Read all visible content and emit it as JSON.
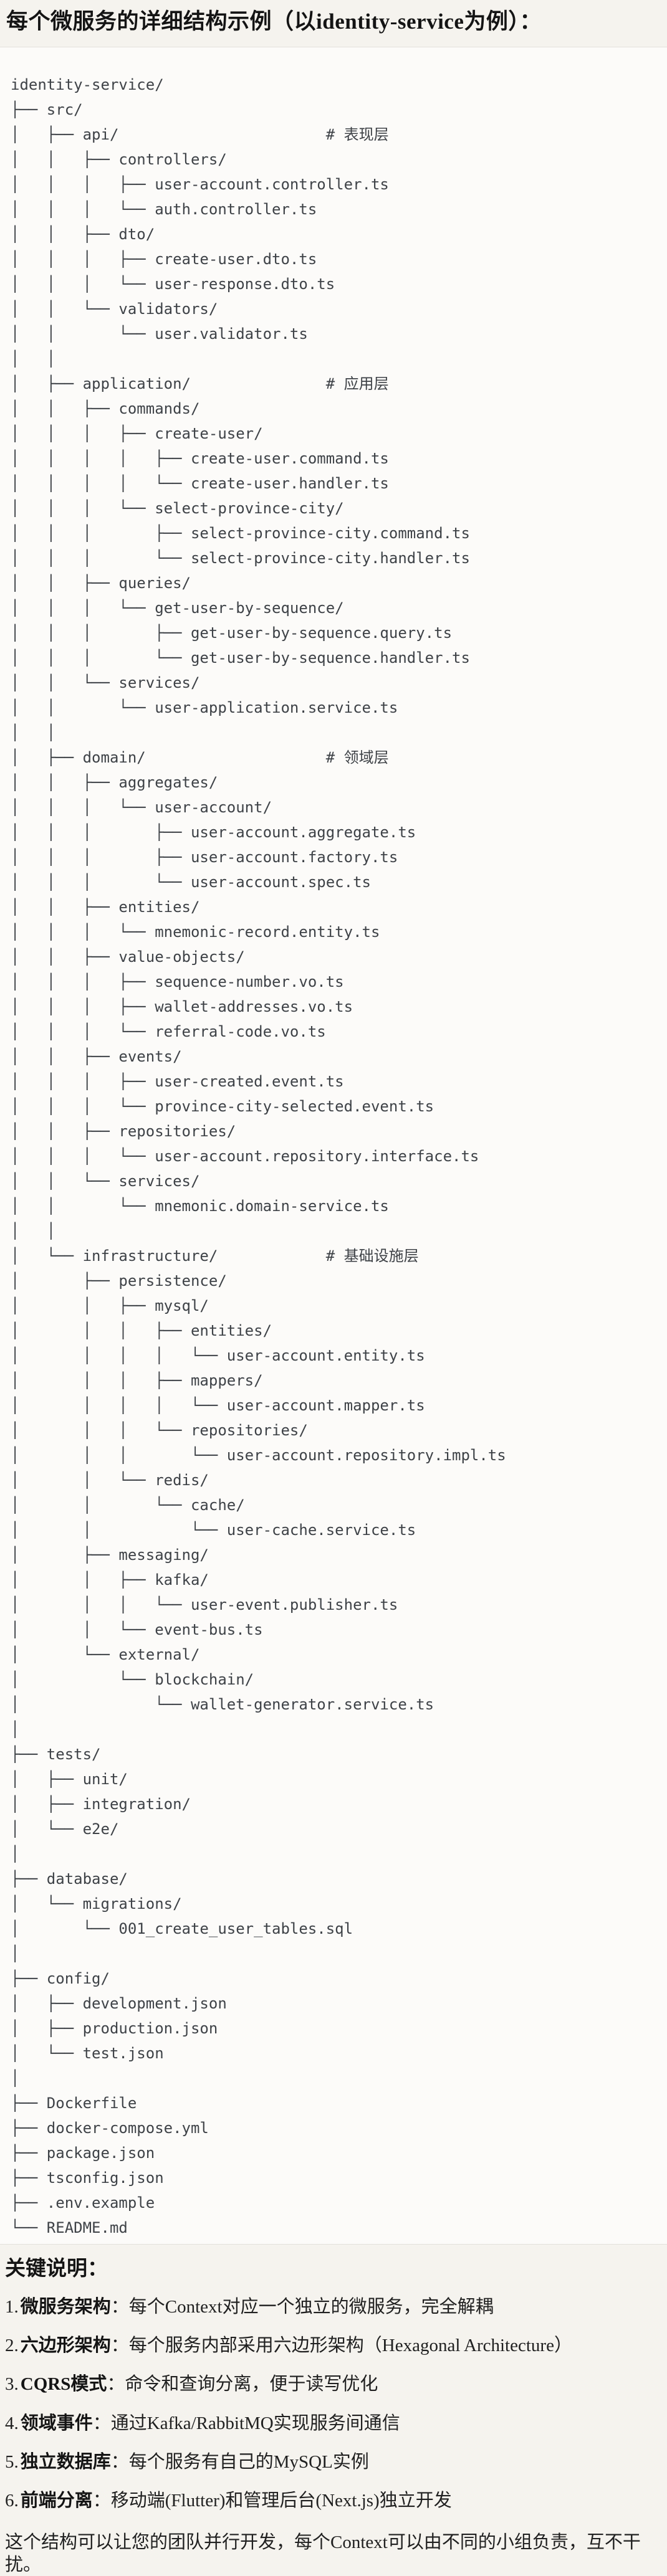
{
  "page": {
    "title": "每个微服务的详细结构示例（以identity-service为例）："
  },
  "tree": {
    "lines": [
      "identity-service/",
      "├── src/",
      "│   ├── api/                       # 表现层",
      "│   │   ├── controllers/",
      "│   │   │   ├── user-account.controller.ts",
      "│   │   │   └── auth.controller.ts",
      "│   │   ├── dto/",
      "│   │   │   ├── create-user.dto.ts",
      "│   │   │   └── user-response.dto.ts",
      "│   │   └── validators/",
      "│   │       └── user.validator.ts",
      "│   │",
      "│   ├── application/               # 应用层",
      "│   │   ├── commands/",
      "│   │   │   ├── create-user/",
      "│   │   │   │   ├── create-user.command.ts",
      "│   │   │   │   └── create-user.handler.ts",
      "│   │   │   └── select-province-city/",
      "│   │   │       ├── select-province-city.command.ts",
      "│   │   │       └── select-province-city.handler.ts",
      "│   │   ├── queries/",
      "│   │   │   └── get-user-by-sequence/",
      "│   │   │       ├── get-user-by-sequence.query.ts",
      "│   │   │       └── get-user-by-sequence.handler.ts",
      "│   │   └── services/",
      "│   │       └── user-application.service.ts",
      "│   │",
      "│   ├── domain/                    # 领域层",
      "│   │   ├── aggregates/",
      "│   │   │   └── user-account/",
      "│   │   │       ├── user-account.aggregate.ts",
      "│   │   │       ├── user-account.factory.ts",
      "│   │   │       └── user-account.spec.ts",
      "│   │   ├── entities/",
      "│   │   │   └── mnemonic-record.entity.ts",
      "│   │   ├── value-objects/",
      "│   │   │   ├── sequence-number.vo.ts",
      "│   │   │   ├── wallet-addresses.vo.ts",
      "│   │   │   └── referral-code.vo.ts",
      "│   │   ├── events/",
      "│   │   │   ├── user-created.event.ts",
      "│   │   │   └── province-city-selected.event.ts",
      "│   │   ├── repositories/",
      "│   │   │   └── user-account.repository.interface.ts",
      "│   │   └── services/",
      "│   │       └── mnemonic.domain-service.ts",
      "│   │",
      "│   └── infrastructure/            # 基础设施层",
      "│       ├── persistence/",
      "│       │   ├── mysql/",
      "│       │   │   ├── entities/",
      "│       │   │   │   └── user-account.entity.ts",
      "│       │   │   ├── mappers/",
      "│       │   │   │   └── user-account.mapper.ts",
      "│       │   │   └── repositories/",
      "│       │   │       └── user-account.repository.impl.ts",
      "│       │   └── redis/",
      "│       │       └── cache/",
      "│       │           └── user-cache.service.ts",
      "│       ├── messaging/",
      "│       │   ├── kafka/",
      "│       │   │   └── user-event.publisher.ts",
      "│       │   └── event-bus.ts",
      "│       └── external/",
      "│           └── blockchain/",
      "│               └── wallet-generator.service.ts",
      "│",
      "├── tests/",
      "│   ├── unit/",
      "│   ├── integration/",
      "│   └── e2e/",
      "│",
      "├── database/",
      "│   └── migrations/",
      "│       └── 001_create_user_tables.sql",
      "│",
      "├── config/",
      "│   ├── development.json",
      "│   ├── production.json",
      "│   └── test.json",
      "│",
      "├── Dockerfile",
      "├── docker-compose.yml",
      "├── package.json",
      "├── tsconfig.json",
      "├── .env.example",
      "└── README.md"
    ]
  },
  "notes": {
    "heading": "关键说明：",
    "items": [
      {
        "num": "1.",
        "label": "微服务架构",
        "text": "：每个Context对应一个独立的微服务，完全解耦"
      },
      {
        "num": "2.",
        "label": "六边形架构",
        "text": "：每个服务内部采用六边形架构（Hexagonal Architecture）"
      },
      {
        "num": "3.",
        "label": "CQRS模式",
        "text": "：命令和查询分离，便于读写优化"
      },
      {
        "num": "4.",
        "label": "领域事件",
        "text": "：通过Kafka/RabbitMQ实现服务间通信"
      },
      {
        "num": "5.",
        "label": "独立数据库",
        "text": "：每个服务有自己的MySQL实例"
      },
      {
        "num": "6.",
        "label": "前端分离",
        "text": "：移动端(Flutter)和管理后台(Next.js)独立开发"
      }
    ],
    "footer": "这个结构可以让您的团队并行开发，每个Context可以由不同的小组负责，互不干扰。"
  },
  "colors": {
    "page_background": "#f5f3ee",
    "code_background": "#fcfbf9",
    "code_border": "#e3e1dc",
    "code_text": "#3e4247",
    "heading_text": "#141414",
    "body_text": "#202020"
  }
}
